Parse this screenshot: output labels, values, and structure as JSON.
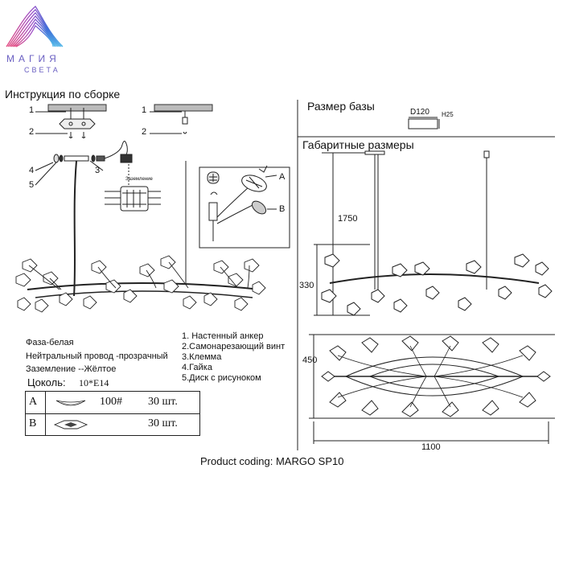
{
  "brand": {
    "name": "МАГИЯ",
    "tagline": "СВЕТА",
    "colors": [
      "#e2447c",
      "#9b4fc9",
      "#3f6fd9",
      "#4fb7e8"
    ]
  },
  "assembly": {
    "title": "Инструкция по сборке",
    "callouts": [
      "1",
      "2",
      "3",
      "4",
      "5",
      "1",
      "2"
    ],
    "grounding_label": "Заземление",
    "detail_labels": [
      "A",
      "B"
    ]
  },
  "wiring": {
    "phase": "Фаза-белая",
    "neutral": "Нейтральный провод -прозрачный",
    "ground": "Заземление --Жёлтое"
  },
  "socket": {
    "label": "Цоколь:",
    "value": "10*E14"
  },
  "parts_table": {
    "rows": [
      {
        "letter": "A",
        "code": "100#",
        "qty": "30 шт."
      },
      {
        "letter": "B",
        "code": "",
        "qty": "30 шт."
      }
    ]
  },
  "legend": {
    "items": [
      "1. Настенный анкер",
      "2.Самонарезающий винт",
      "3.Клемма",
      "4.Гайка",
      "5.Диск с рисунокoм"
    ]
  },
  "base_size": {
    "title": "Размер базы",
    "diameter": "D120",
    "height": "H25"
  },
  "dimensions": {
    "title": "Габаритные размеры",
    "height_total": "1750",
    "height_body": "330",
    "depth": "450",
    "width": "1100"
  },
  "footer": {
    "product_coding": "Product coding: MARGO SP10"
  }
}
